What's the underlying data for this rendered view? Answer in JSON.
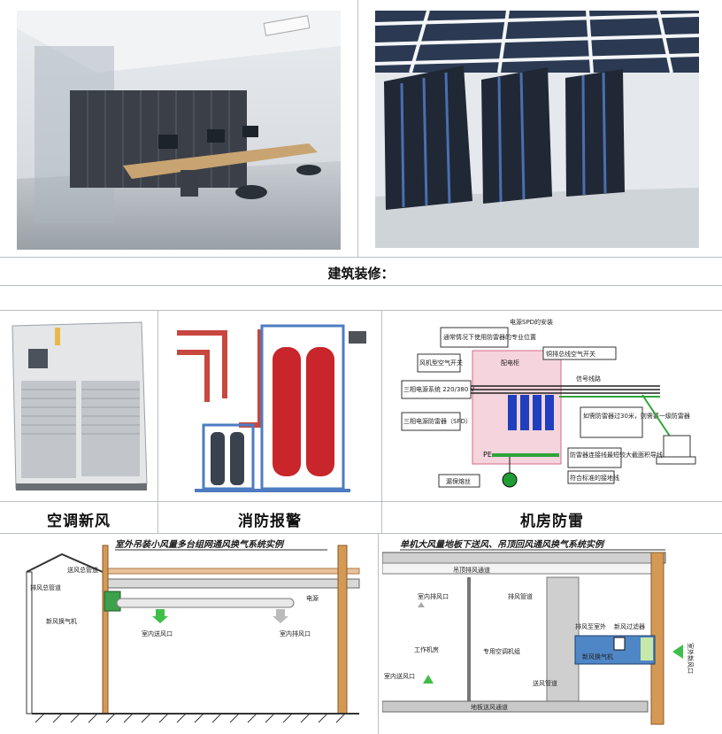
{
  "heading": "建筑装修：",
  "captions": {
    "ac": "空调新风",
    "fire": "消防报警",
    "lightning": "机房防雷"
  },
  "lightning_diagram": {
    "title": "电源SPD的安装",
    "labels": {
      "top_box": "通常情况下使用防雷器的专业位置",
      "breaker": "风机型空气开关",
      "main_switch": "铜排总线空气开关",
      "power": "三相电源系统 220/380 V",
      "panel": "配电柜",
      "line": "信号线路",
      "spd": "三相电源防雷器（SPD）",
      "note": "如需防雷器过30米，则需要一级防雷器",
      "pe": "PE",
      "ground_note": "防雷器连接线最短较大截面积导线",
      "ground_box": "符合标准的接地线",
      "fuse": "漏保熔丝"
    }
  },
  "vent_diagram_1": {
    "title": "室外吊装小风量多台组网通风换气系统实例",
    "labels": {
      "supply_main": "送风总管道",
      "exhaust_main": "排风总管道",
      "unit": "新风换气机",
      "outlet": "室内送风口",
      "return": "室内排风口",
      "electric": "电源"
    }
  },
  "vent_diagram_2": {
    "title": "单机大风量地板下送风、吊顶回风通风换气系统实例",
    "labels": {
      "ceiling": "吊顶排风通道",
      "return": "室内排风口",
      "exhaust_duct": "排风管道",
      "outdoor_exhaust": "排风至室外",
      "filter": "新风过滤器",
      "unit": "新风换气机",
      "workroom": "工作机房",
      "ac": "专用空调机组",
      "outlet": "室内送风口",
      "supply_duct": "送风管道",
      "floor": "地板送风通道",
      "fresh_inlet": "室外新风口"
    }
  }
}
